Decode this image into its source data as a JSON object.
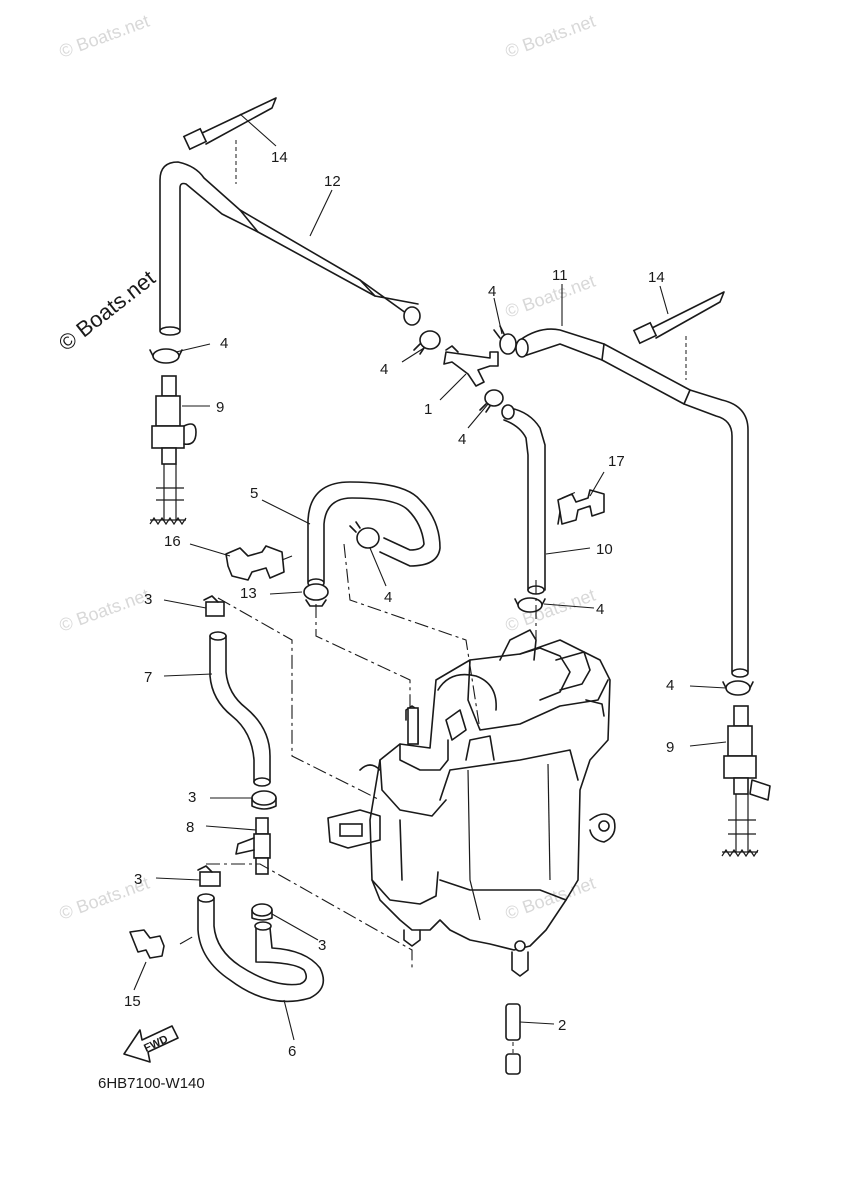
{
  "watermark": "© Boats.net",
  "diagram_code": "6HB7100-W140",
  "fwd_label": "FWD",
  "callouts": {
    "c1": "1",
    "c2": "2",
    "c3a": "3",
    "c3b": "3",
    "c3c": "3",
    "c3d": "3",
    "c4a": "4",
    "c4b": "4",
    "c4c": "4",
    "c4d": "4",
    "c4e": "4",
    "c4f": "4",
    "c4g": "4",
    "c5": "5",
    "c6": "6",
    "c7": "7",
    "c8": "8",
    "c9a": "9",
    "c9b": "9",
    "c10": "10",
    "c11": "11",
    "c12": "12",
    "c13": "13",
    "c14a": "14",
    "c14b": "14",
    "c15": "15",
    "c16": "16",
    "c17": "17"
  }
}
